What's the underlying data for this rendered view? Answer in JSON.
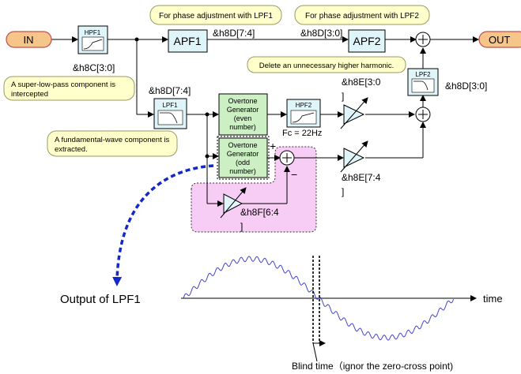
{
  "io": {
    "input": "IN",
    "output": "OUT"
  },
  "blocks": {
    "hpf1": "HPF1",
    "apf1": "APF1",
    "apf2": "APF2",
    "lpf1": "LPF1",
    "lpf2": "LPF2",
    "hpf2": "HPF2",
    "og_even": [
      "Overtone",
      "Generator",
      "(even",
      "number)"
    ],
    "og_odd": [
      "Overtone",
      "Generator",
      "(odd",
      "number)"
    ]
  },
  "registers": {
    "h8c": "&h8C[3:0]",
    "h8d_74_top": "&h8D[7:4]",
    "h8d_30_top": "&h8D[3:0]",
    "h8d_74_mid": "&h8D[7:4]",
    "h8d_30_right": "&h8D[3:0]",
    "h8e_30": [
      "&h8E[3:0",
      "]"
    ],
    "h8e_74": [
      "&h8E[7:4",
      "]"
    ],
    "h8f_64": [
      "&h8F[6:4",
      "]"
    ],
    "fc": "Fc = 22Hz"
  },
  "notes": {
    "phase_lpf1": "For phase adjustment with LPF1",
    "phase_lpf2": "For phase adjustment with LPF2",
    "harmonic": "Delete an unnecessary higher harmonic.",
    "superlow": [
      "A super-low-pass component is",
      "intercepted"
    ],
    "fundamental": [
      "A fundamental-wave component is",
      "extracted."
    ]
  },
  "signs": {
    "plus": "+",
    "minus": "−"
  },
  "waveform": {
    "label": "Output of LPF1",
    "axis": "time",
    "caption": "Blind time（ignor the zero-cross point)"
  },
  "colors": {
    "io_fill": "#f5c58a",
    "io_stroke": "#c0504d",
    "block_fill": "#dff5f9",
    "og_fill": "#ccf0c4",
    "note_fill": "#ffffcc",
    "note_stroke": "#999966",
    "highlight_fill": "#f7ccf5",
    "wave_stroke": "#4444cc",
    "dash_arrow": "#1428c8"
  }
}
